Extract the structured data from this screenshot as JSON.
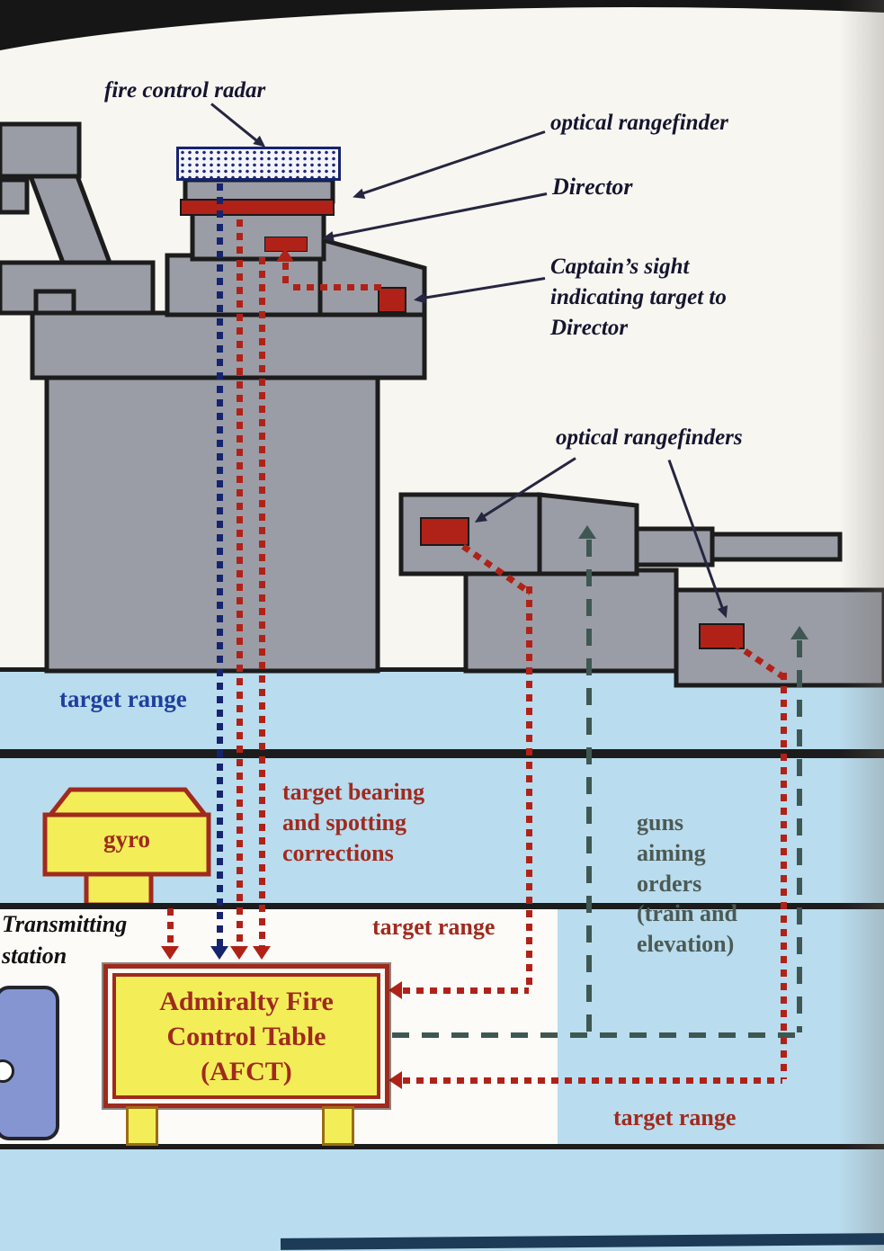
{
  "labels": {
    "fire_control_radar": "fire control radar",
    "optical_rangefinder": "optical rangefinder",
    "director": "Director",
    "captains_sight": "Captain’s sight\nindicating target to\nDirector",
    "optical_rangefinders": "optical rangefinders",
    "target_range_deck": "target range",
    "gyro": "gyro",
    "target_bearing": "target bearing\nand spotting\ncorrections",
    "guns_aiming_orders": "guns\naiming\norders\n(train and\nelevation)",
    "transmitting_station": "Transmitting\nstation",
    "target_range_ts": "target range",
    "afct": "Admiralty Fire\nControl Table\n(AFCT)",
    "target_range_bottom": "target range"
  },
  "colors": {
    "structure_gray": "#9a9da6",
    "outline": "#1c1c1c",
    "deck_blue": "#b9dcee",
    "signal_red": "#b02218",
    "signal_navy": "#16246e",
    "orders_dash": "#3f5752",
    "highlight_yellow": "#f3ee58",
    "label_navy": "#15152e",
    "label_red": "#a02a1e",
    "label_blue": "#1e3f9e",
    "label_gray": "#4c5a55",
    "door_blue": "#8495d2"
  }
}
